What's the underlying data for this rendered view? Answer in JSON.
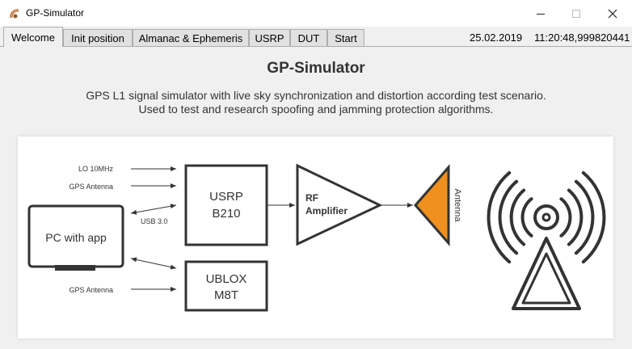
{
  "window": {
    "title": "GP-Simulator"
  },
  "tabs": [
    {
      "label": "Welcome"
    },
    {
      "label": "Init position"
    },
    {
      "label": "Almanac & Ephemeris"
    },
    {
      "label": "USRP"
    },
    {
      "label": "DUT"
    },
    {
      "label": "Start"
    }
  ],
  "status": {
    "date": "25.02.2019",
    "time": "11:20:48,999820441"
  },
  "main": {
    "title": "GP-Simulator",
    "description_line1": "GPS L1 signal simulator with live sky synchronization and distortion according test scenario.",
    "description_line2": "Used to test and research spoofing and jamming protection algorithms."
  },
  "diagram": {
    "lo_label": "LO 10MHz",
    "gps_antenna_label_top": "GPS Antenna",
    "usb_label": "USB 3.0",
    "pc_label": "PC with app",
    "gps_antenna_label_bottom": "GPS Antenna",
    "usrp_line1": "USRP",
    "usrp_line2": "B210",
    "ublox_line1": "UBLOX",
    "ublox_line2": "M8T",
    "rf_line1": "RF",
    "rf_line2": "Amplifier",
    "antenna_label": "Antenna",
    "antenna_color": "#f0901e"
  }
}
